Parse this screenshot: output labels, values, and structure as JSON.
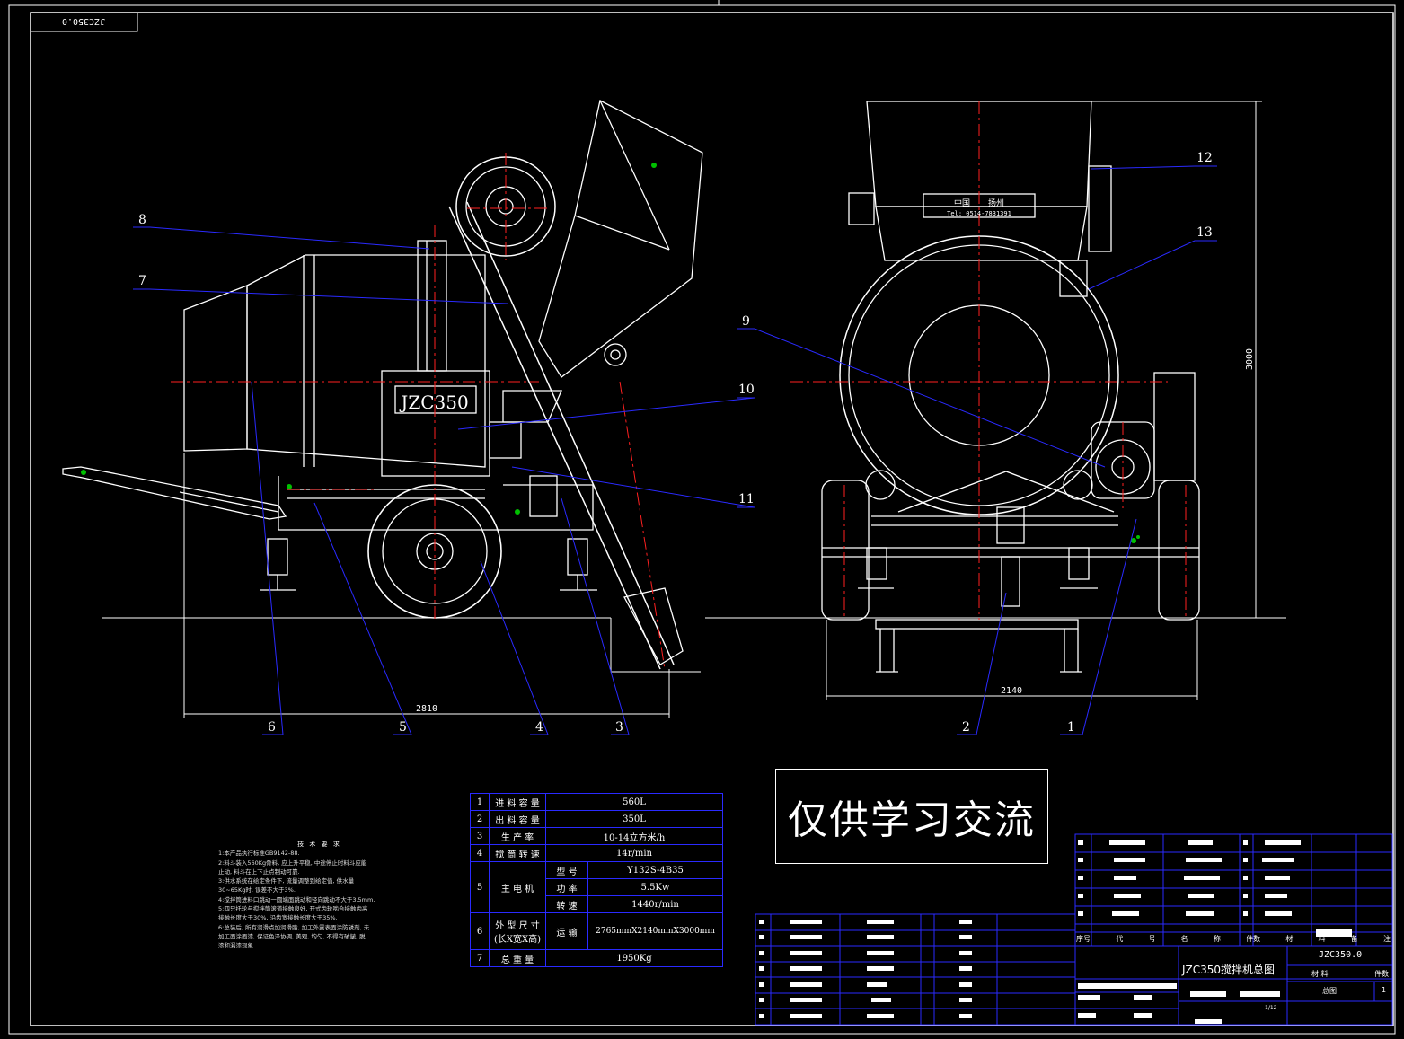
{
  "drawing_number_tag": "JZC350.0",
  "callouts": [
    "1",
    "2",
    "3",
    "4",
    "5",
    "6",
    "7",
    "8",
    "9",
    "10",
    "11",
    "12",
    "13"
  ],
  "machine_plate": "JZC350",
  "nameplate": {
    "line1_a": "中国",
    "line1_b": "扬州",
    "line2": "Tel: 0514-7831391"
  },
  "dimensions": {
    "length": "2810",
    "width": "2140",
    "height": "3000"
  },
  "tech_notes": {
    "title": "技 术 要 求",
    "lines": [
      "1:本产品执行标准GB9142-88.",
      "2:料斗装入560Kg骨料, 应上升平稳, 中途停止时料斗应能",
      "  止动, 料斗在上下止点制动可靠.",
      "3:供水系统在给定条件下, 流量调整到给定值, 供水量",
      "  30~65Kg时, 误差不大于3%.",
      "4:搅拌筒进料口跳动一圆端面跳动和径向跳动不大于3.5mm.",
      "5:四只托轮与搅拌筒滚道接触良好, 开式齿轮啮合接触齿高",
      "  接触长度大于30%, 沿齿宽接触长度大于35%.",
      "6:总装后, 所有润滑点加润滑脂, 加工外露表面涂防锈剂, 未",
      "  加工面涂面漆, 保证色泽协调, 美观, 均匀, 不得有破皱, 脱",
      "  漆和漏漆现象."
    ]
  },
  "specs": {
    "rows": [
      {
        "no": "1",
        "name": "进 料 容 量",
        "value": "560L"
      },
      {
        "no": "2",
        "name": "出 料 容 量",
        "value": "350L"
      },
      {
        "no": "3",
        "name": "生  产  率",
        "value": "10-14立方米/h"
      },
      {
        "no": "4",
        "name": "搅 筒 转 速",
        "value": "14r/min"
      }
    ],
    "motor": {
      "no": "5",
      "name": "主  电  机",
      "sub": [
        {
          "k": "型    号",
          "v": "Y132S-4B35"
        },
        {
          "k": "功    率",
          "v": "5.5Kw"
        },
        {
          "k": "转    速",
          "v": "1440r/min"
        }
      ]
    },
    "size": {
      "no": "6",
      "name1": "外 型 尺 寸",
      "name2": "(长X宽X高)",
      "k": "运    输",
      "v": "2765mmX2140mmX3000mm"
    },
    "weight": {
      "no": "7",
      "name": "总  重  量",
      "value": "1950Kg"
    }
  },
  "watermark": "仅供学习交流",
  "title_block": {
    "header": [
      "序号",
      "代",
      "号",
      "名",
      "称",
      "件数",
      "材",
      "料",
      "备",
      "注"
    ],
    "drawing_no": "JZC350.0",
    "title": "JZC350搅拌机总图",
    "material_label": "材    料",
    "count_label": "件数",
    "assembly": "总图",
    "count": "1",
    "sheet": "1/12"
  },
  "colors": {
    "line": "#ffffff",
    "centerline": "#ff2020",
    "leader": "#2a2aff",
    "table": "#2a2aff",
    "accent": "#00c000"
  }
}
